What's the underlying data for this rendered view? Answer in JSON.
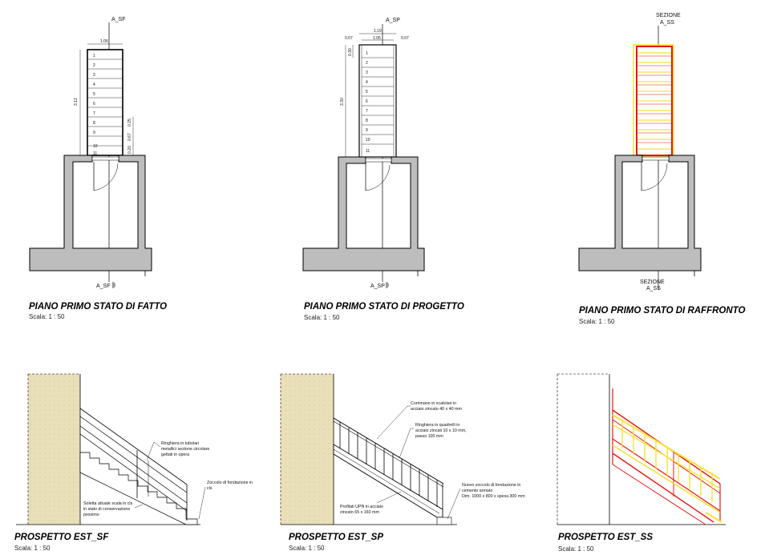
{
  "colors": {
    "wall_fill": "#bdbdbd",
    "elevation_wall_fill": "#e9dfb9",
    "demolition_red": "#e01818",
    "new_yellow": "#f4e23c"
  },
  "plans": [
    {
      "title": "PIANO PRIMO STATO DI FATTO",
      "scale": "Scala:  1 : 50",
      "section_top": "A_SF",
      "section_bottom": "A_SF",
      "dim_width": "1.05",
      "dim_length": "3.12",
      "dim_a": "0.25",
      "dim_b": "0.67",
      "dim_c": "0.20",
      "steps": [
        "1",
        "2",
        "3",
        "4",
        "5",
        "6",
        "7",
        "8",
        "9",
        "10",
        "11"
      ]
    },
    {
      "title": "PIANO PRIMO STATO DI PROGETTO",
      "scale": "Scala:  1 : 50",
      "section_top": "A_SP",
      "section_bottom": "A_SP",
      "dim_total": "1.19",
      "dim_width": "1.05",
      "dim_left": "0.07",
      "dim_right": "0.07",
      "dim_tread": "0.30",
      "dim_length": "3.30",
      "steps": [
        "1",
        "2",
        "3",
        "4",
        "5",
        "6",
        "7",
        "8",
        "9",
        "10",
        "11"
      ]
    },
    {
      "title": "PIANO PRIMO STATO DI RAFFRONTO",
      "scale": "Scala:  1 : 50",
      "section_top_1": "SEZIONE",
      "section_top_2": "A_SS",
      "section_bottom_1": "SEZIONE",
      "section_bottom_2": "A_SS"
    }
  ],
  "elevations": [
    {
      "title": "PROSPETTO EST_SF",
      "scale": "Scala:  1 : 50",
      "note_railing": [
        "Ringhiera in tubolari",
        "metallici sezione circolare",
        "gettati in opera"
      ],
      "note_slab": [
        "Soletta attuale scala in cls",
        "in stato di conservazione",
        "pessimo"
      ],
      "note_plinth": [
        "Zoccolo di fondazione in",
        "cls"
      ]
    },
    {
      "title": "PROSPETTO EST_SP",
      "scale": "Scala:  1 : 50",
      "note_handrail": [
        "Corrimano in scatolari in",
        "acciaio zincato 40 x 40 mm"
      ],
      "note_railing": [
        "Ringhiera in quadrelli in",
        "acciaio zincati 10 x 10 mm,",
        "passo 100 mm"
      ],
      "note_profiles": [
        "Profilati  UPN in acciaio",
        "zincato 65 x 160 mm"
      ],
      "note_plinth": [
        "Nuovo zoccolo di fondazione in",
        "cemento armato",
        "Dim. 1000 x 800 x spess.300 mm"
      ]
    },
    {
      "title": "PROSPETTO EST_SS",
      "scale": "Scala:  1 : 50"
    }
  ]
}
